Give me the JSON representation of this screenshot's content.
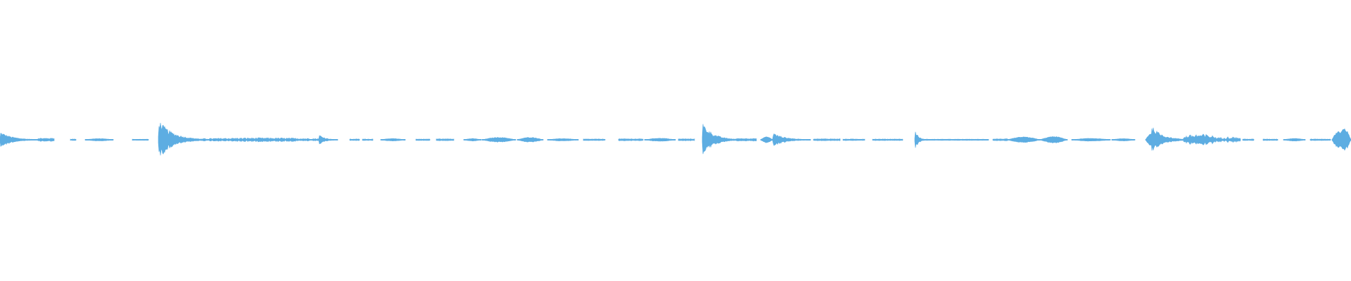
{
  "waveform": {
    "color": "#5dade2",
    "background": "#ffffff",
    "duration": 1.0,
    "events": [
      {
        "start": 0.0,
        "end": 0.028,
        "amp": 0.4,
        "shape": "decay"
      },
      {
        "start": 0.028,
        "end": 0.04,
        "amp": 0.08,
        "shape": "flat"
      },
      {
        "start": 0.052,
        "end": 0.056,
        "amp": 0.04,
        "shape": "flat"
      },
      {
        "start": 0.063,
        "end": 0.084,
        "amp": 0.06,
        "shape": "swell"
      },
      {
        "start": 0.098,
        "end": 0.11,
        "amp": 0.03,
        "shape": "flat"
      },
      {
        "start": 0.117,
        "end": 0.15,
        "amp": 1.0,
        "shape": "decay"
      },
      {
        "start": 0.15,
        "end": 0.236,
        "amp": 0.1,
        "shape": "noise"
      },
      {
        "start": 0.236,
        "end": 0.25,
        "amp": 0.28,
        "shape": "decay"
      },
      {
        "start": 0.259,
        "end": 0.266,
        "amp": 0.04,
        "shape": "flat"
      },
      {
        "start": 0.268,
        "end": 0.276,
        "amp": 0.04,
        "shape": "flat"
      },
      {
        "start": 0.282,
        "end": 0.3,
        "amp": 0.06,
        "shape": "swell"
      },
      {
        "start": 0.308,
        "end": 0.318,
        "amp": 0.04,
        "shape": "flat"
      },
      {
        "start": 0.323,
        "end": 0.336,
        "amp": 0.05,
        "shape": "flat"
      },
      {
        "start": 0.343,
        "end": 0.356,
        "amp": 0.06,
        "shape": "swell"
      },
      {
        "start": 0.357,
        "end": 0.382,
        "amp": 0.12,
        "shape": "swell"
      },
      {
        "start": 0.383,
        "end": 0.402,
        "amp": 0.12,
        "shape": "swell"
      },
      {
        "start": 0.405,
        "end": 0.428,
        "amp": 0.06,
        "shape": "swell"
      },
      {
        "start": 0.432,
        "end": 0.448,
        "amp": 0.04,
        "shape": "flat"
      },
      {
        "start": 0.458,
        "end": 0.476,
        "amp": 0.05,
        "shape": "flat"
      },
      {
        "start": 0.477,
        "end": 0.5,
        "amp": 0.08,
        "shape": "swell"
      },
      {
        "start": 0.502,
        "end": 0.514,
        "amp": 0.05,
        "shape": "flat"
      },
      {
        "start": 0.52,
        "end": 0.545,
        "amp": 0.85,
        "shape": "decay"
      },
      {
        "start": 0.545,
        "end": 0.56,
        "amp": 0.07,
        "shape": "flat"
      },
      {
        "start": 0.563,
        "end": 0.572,
        "amp": 0.15,
        "shape": "swell"
      },
      {
        "start": 0.572,
        "end": 0.6,
        "amp": 0.35,
        "shape": "decay"
      },
      {
        "start": 0.602,
        "end": 0.622,
        "amp": 0.05,
        "shape": "flat"
      },
      {
        "start": 0.624,
        "end": 0.64,
        "amp": 0.04,
        "shape": "flat"
      },
      {
        "start": 0.646,
        "end": 0.668,
        "amp": 0.04,
        "shape": "flat"
      },
      {
        "start": 0.677,
        "end": 0.685,
        "amp": 0.55,
        "shape": "decay"
      },
      {
        "start": 0.685,
        "end": 0.732,
        "amp": 0.03,
        "shape": "flat"
      },
      {
        "start": 0.735,
        "end": 0.746,
        "amp": 0.05,
        "shape": "flat"
      },
      {
        "start": 0.746,
        "end": 0.77,
        "amp": 0.14,
        "shape": "swell"
      },
      {
        "start": 0.77,
        "end": 0.79,
        "amp": 0.16,
        "shape": "swell"
      },
      {
        "start": 0.793,
        "end": 0.822,
        "amp": 0.07,
        "shape": "swell"
      },
      {
        "start": 0.823,
        "end": 0.84,
        "amp": 0.06,
        "shape": "swell"
      },
      {
        "start": 0.848,
        "end": 0.856,
        "amp": 0.3,
        "shape": "swell"
      },
      {
        "start": 0.852,
        "end": 0.878,
        "amp": 0.7,
        "shape": "decay"
      },
      {
        "start": 0.876,
        "end": 0.9,
        "amp": 0.28,
        "shape": "noise"
      },
      {
        "start": 0.9,
        "end": 0.918,
        "amp": 0.15,
        "shape": "noise"
      },
      {
        "start": 0.92,
        "end": 0.928,
        "amp": 0.04,
        "shape": "flat"
      },
      {
        "start": 0.935,
        "end": 0.946,
        "amp": 0.04,
        "shape": "flat"
      },
      {
        "start": 0.95,
        "end": 0.966,
        "amp": 0.07,
        "shape": "swell"
      },
      {
        "start": 0.97,
        "end": 0.985,
        "amp": 0.04,
        "shape": "flat"
      },
      {
        "start": 0.986,
        "end": 0.996,
        "amp": 0.42,
        "shape": "swell"
      },
      {
        "start": 0.99,
        "end": 1.0,
        "amp": 0.55,
        "shape": "swell"
      }
    ]
  }
}
